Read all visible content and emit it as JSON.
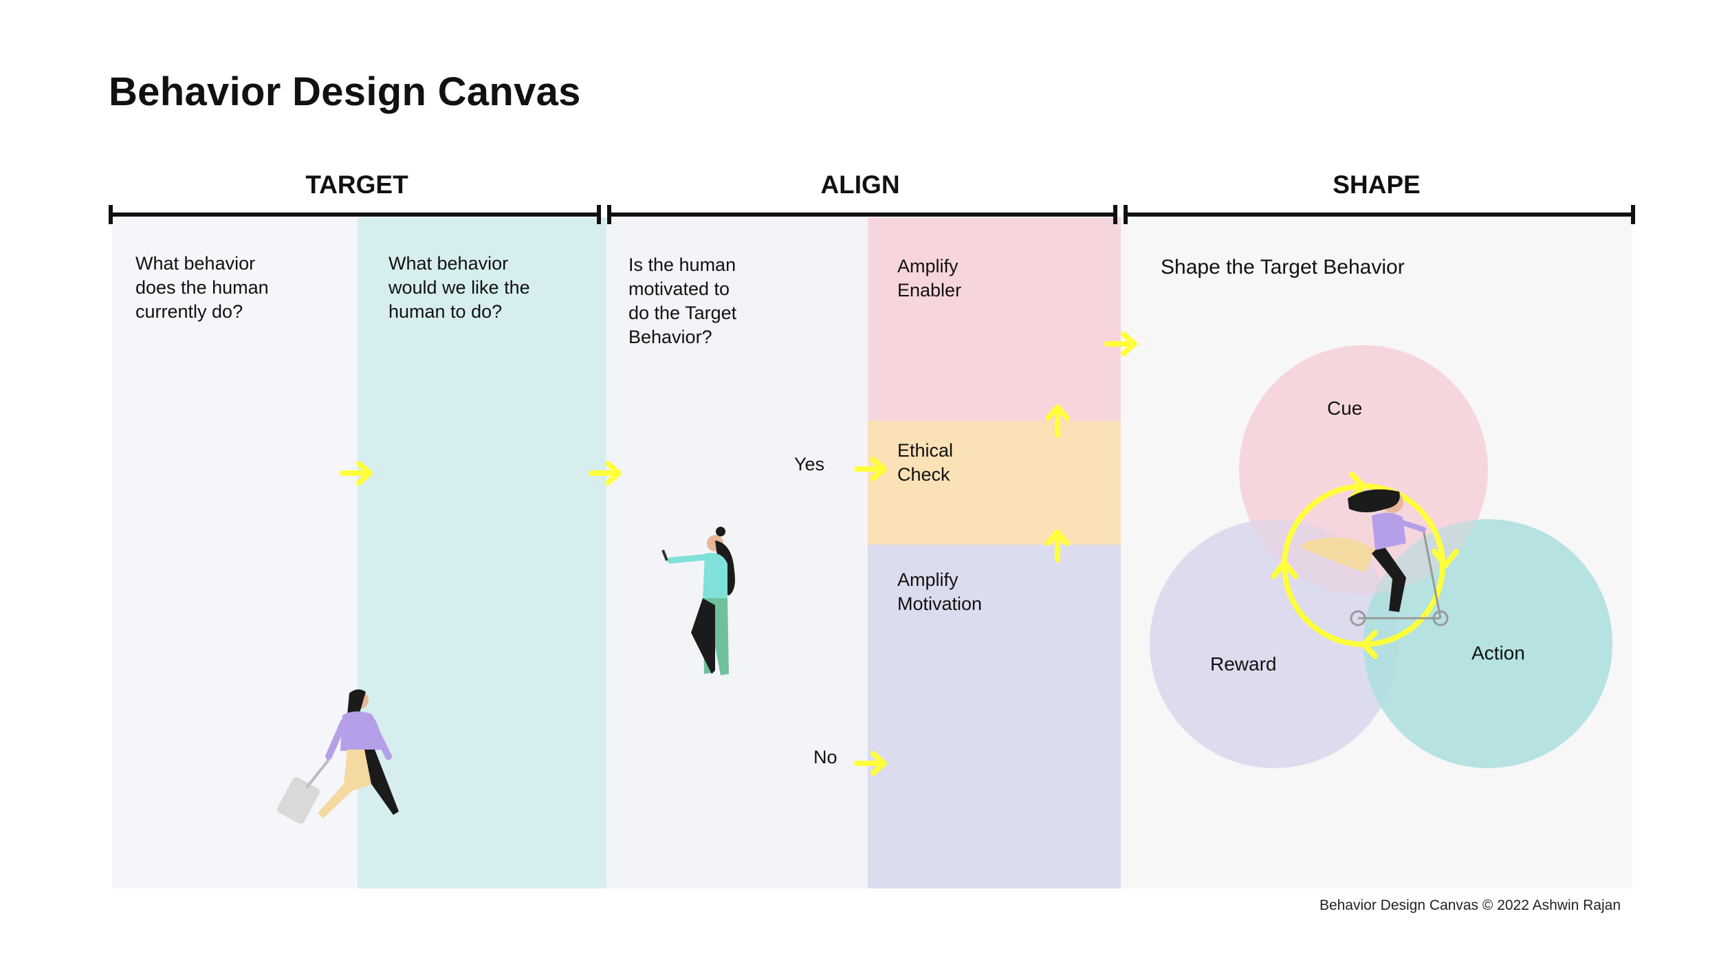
{
  "title": "Behavior Design Canvas",
  "sections": {
    "target": "TARGET",
    "align": "ALIGN",
    "shape": "SHAPE"
  },
  "target": {
    "current_question": "What behavior\ndoes the human\ncurrently do?",
    "desired_question": "What behavior\nwould we like the\nhuman to do?"
  },
  "align": {
    "motivation_question": "Is the human\nmotivated to\ndo the Target\nBehavior?",
    "yes_label": "Yes",
    "no_label": "No",
    "amplify_enabler": "Amplify\nEnabler",
    "ethical_check": "Ethical\nCheck",
    "amplify_motivation": "Amplify\nMotivation"
  },
  "shape": {
    "heading": "Shape the Target Behavior",
    "cue": "Cue",
    "reward": "Reward",
    "action": "Action"
  },
  "colors": {
    "panel_light": "#f5f6f9",
    "target_desired": "#d6efee",
    "enabler": "#f6d6dc",
    "ethical": "#fae1b6",
    "motivation": "#dcdcef",
    "shape_bg": "#f7f7f7",
    "cue_circle": "#f5d5dc",
    "reward_circle": "#d8d6ec",
    "action_circle": "#aedfdf",
    "arrow": "#ffff3c"
  },
  "credit": "Behavior Design Canvas © 2022 Ashwin Rajan"
}
